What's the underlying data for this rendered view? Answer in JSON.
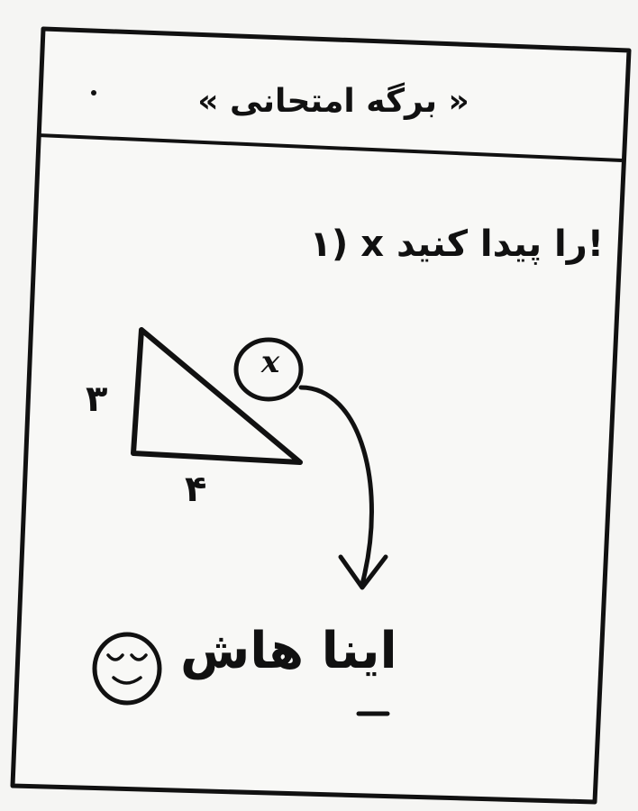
{
  "sheet": {
    "title": "« برگه امتحانی »",
    "question": "۱) x را پیدا کنید!",
    "triangle": {
      "side_vertical": "۳",
      "side_horizontal": "۴",
      "hypotenuse_label": "x"
    },
    "answer_text": "اینا هاش"
  },
  "colors": {
    "ink": "#111111",
    "paper": "#f7f7f5"
  },
  "icons": {
    "smiley": "smiley-face-icon",
    "arrow": "curved-arrow-icon"
  }
}
